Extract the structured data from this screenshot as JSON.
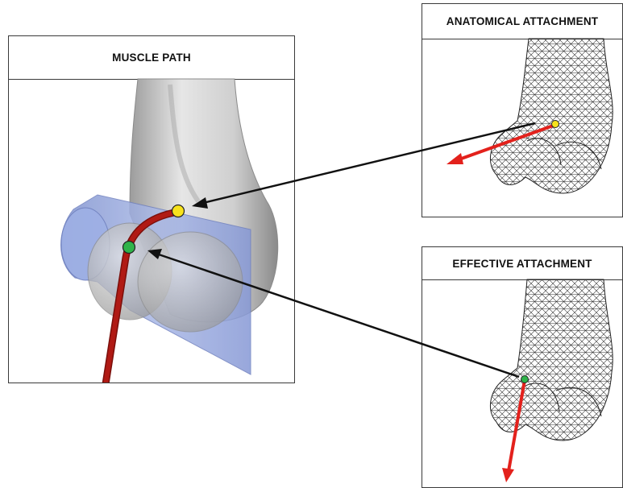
{
  "panels": {
    "muscle_path": {
      "title": "MUSCLE PATH"
    },
    "anatomical": {
      "title": "ANATOMICAL ATTACHMENT"
    },
    "effective": {
      "title": "EFFECTIVE ATTACHMENT"
    }
  },
  "colors": {
    "bone": "#d4d4d4",
    "wrap_cylinder": "#8fa3dd",
    "muscle": "#b01a14",
    "anatomical_point": "#f7e21c",
    "effective_point": "#2fb34a",
    "force_arrow": "#e3211c",
    "connector_arrow": "#111111",
    "mesh": "#2a2a2a"
  }
}
